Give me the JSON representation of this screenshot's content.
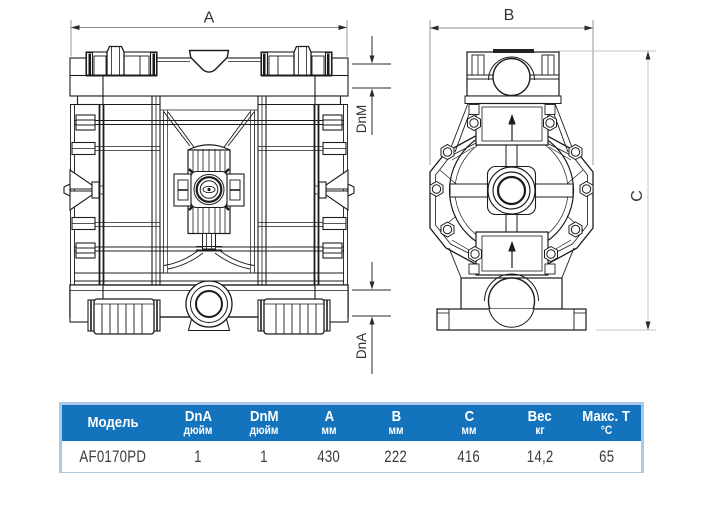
{
  "drawing": {
    "dim_a_label": "A",
    "dim_b_label": "B",
    "dim_c_label": "C",
    "dim_dnm_label": "DnM",
    "dim_dna_label": "DnA"
  },
  "table": {
    "header_bg": "#1373bd",
    "border_color": "#aac8e7",
    "columns": [
      {
        "label": "Модель",
        "unit": ""
      },
      {
        "label": "DnA",
        "unit": "дюйм"
      },
      {
        "label": "DnM",
        "unit": "дюйм"
      },
      {
        "label": "A",
        "unit": "мм"
      },
      {
        "label": "B",
        "unit": "мм"
      },
      {
        "label": "C",
        "unit": "мм"
      },
      {
        "label": "Вес",
        "unit": "кг"
      },
      {
        "label": "Макс. T",
        "unit": "°C"
      }
    ],
    "row": {
      "model": "AF0170PD",
      "dna_inch": "1",
      "dnm_inch": "1",
      "a_mm": "430",
      "b_mm": "222",
      "c_mm": "416",
      "weight_kg": "14,2",
      "max_t_c": "65"
    }
  }
}
